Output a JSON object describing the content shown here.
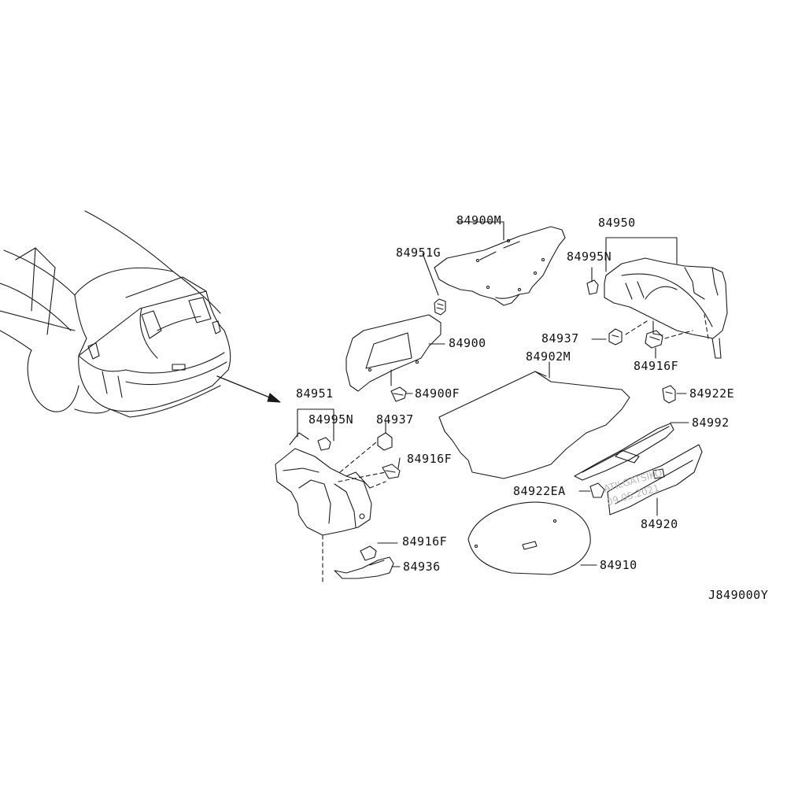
{
  "diagram": {
    "part_numbers": {
      "p84900M": "84900M",
      "p84951G": "84951G",
      "p84950": "84950",
      "p84995N_right": "84995N",
      "p84900": "84900",
      "p84937_right": "84937",
      "p84902M": "84902M",
      "p84916F_right": "84916F",
      "p84900F": "84900F",
      "p84951": "84951",
      "p84922E": "84922E",
      "p84995N_left": "84995N",
      "p84937_left": "84937",
      "p84992": "84992",
      "p84916F_mid": "84916F",
      "p84922EA": "84922EA",
      "p84920": "84920",
      "p84916F_low": "84916F",
      "p84936": "84936",
      "p84910": "84910"
    },
    "diagram_code": "J849000Y",
    "watermark_line1": "ATILGATSIKO",
    "watermark_line2": "09.05.2021"
  },
  "colors": {
    "line": "#1a1a1a",
    "background": "#ffffff",
    "watermark": "#b9b9b9"
  }
}
